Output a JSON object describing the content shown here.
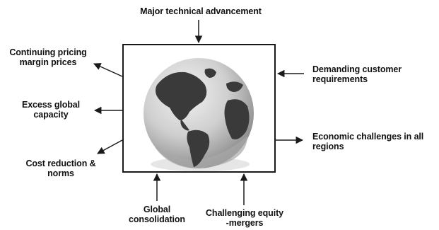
{
  "diagram": {
    "labels": {
      "top": "Major technical advancement",
      "left_1": [
        "Continuing pricing",
        "margin prices"
      ],
      "left_2": [
        "Excess global",
        "capacity"
      ],
      "left_3": [
        "Cost reduction &",
        "norms"
      ],
      "right_1": [
        "Demanding customer",
        "requirements"
      ],
      "right_2": [
        "Economic challenges in all",
        "regions"
      ],
      "bottom_1": [
        "Global",
        "consolidation"
      ],
      "bottom_2": [
        "Challenging equity",
        "-mergers"
      ]
    },
    "colors": {
      "stroke": "#1a1a1a",
      "globe_ocean": "#cfcfcf",
      "globe_land": "#3a3a3a",
      "globe_shadow": "#9a9a9a"
    },
    "center_icon": "globe-icon"
  }
}
